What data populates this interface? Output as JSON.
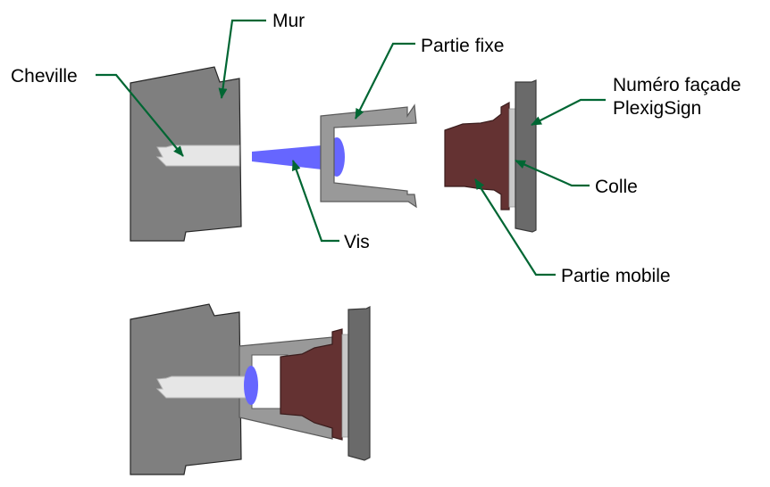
{
  "labels": {
    "mur": "Mur",
    "cheville": "Cheville",
    "partie_fixe": "Partie fixe",
    "numero_facade_line1": "Numéro façade",
    "numero_facade_line2": "PlexigSign",
    "colle": "Colle",
    "vis": "Vis",
    "partie_mobile": "Partie mobile"
  },
  "colors": {
    "wall": "#7f7f7f",
    "wall_stroke": "#262626",
    "anchor": "#e6e6e6",
    "fixed_part": "#999999",
    "screw": "#6666ff",
    "mobile_part": "#643232",
    "glue": "#c8c8c8",
    "facade_plate": "#6a6a6a",
    "leader": "#006633"
  }
}
